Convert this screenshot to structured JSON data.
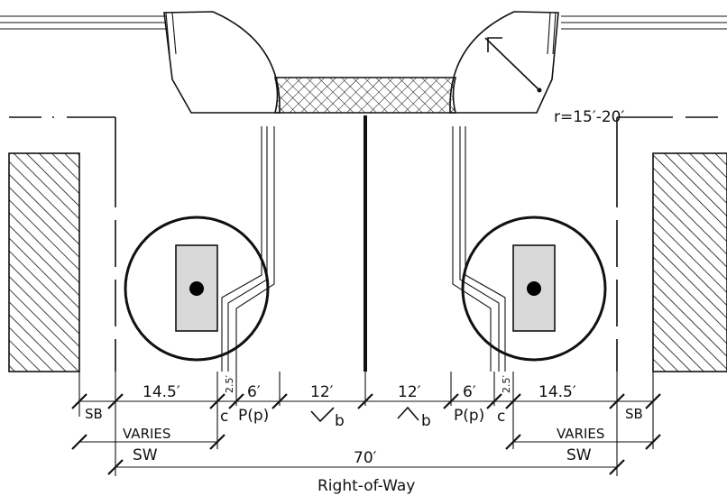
{
  "radius_label": "r=15′-20′",
  "left": {
    "sb": "SB",
    "dim_14_5": "14.5′",
    "dim_2_5": "2.5′",
    "dim_6": "6′",
    "p": "P(p)",
    "c": "c",
    "varies": "VARIES",
    "sw": "SW",
    "dim_12": "12′",
    "b": "b"
  },
  "right": {
    "sb": "SB",
    "dim_14_5": "14.5′",
    "dim_2_5": "2.5′",
    "dim_6": "6′",
    "p": "P(p)",
    "c": "c",
    "varies": "VARIES",
    "sw": "SW",
    "dim_12": "12′",
    "b": "b"
  },
  "row_width": "70′",
  "row_label": "Right-of-Way"
}
